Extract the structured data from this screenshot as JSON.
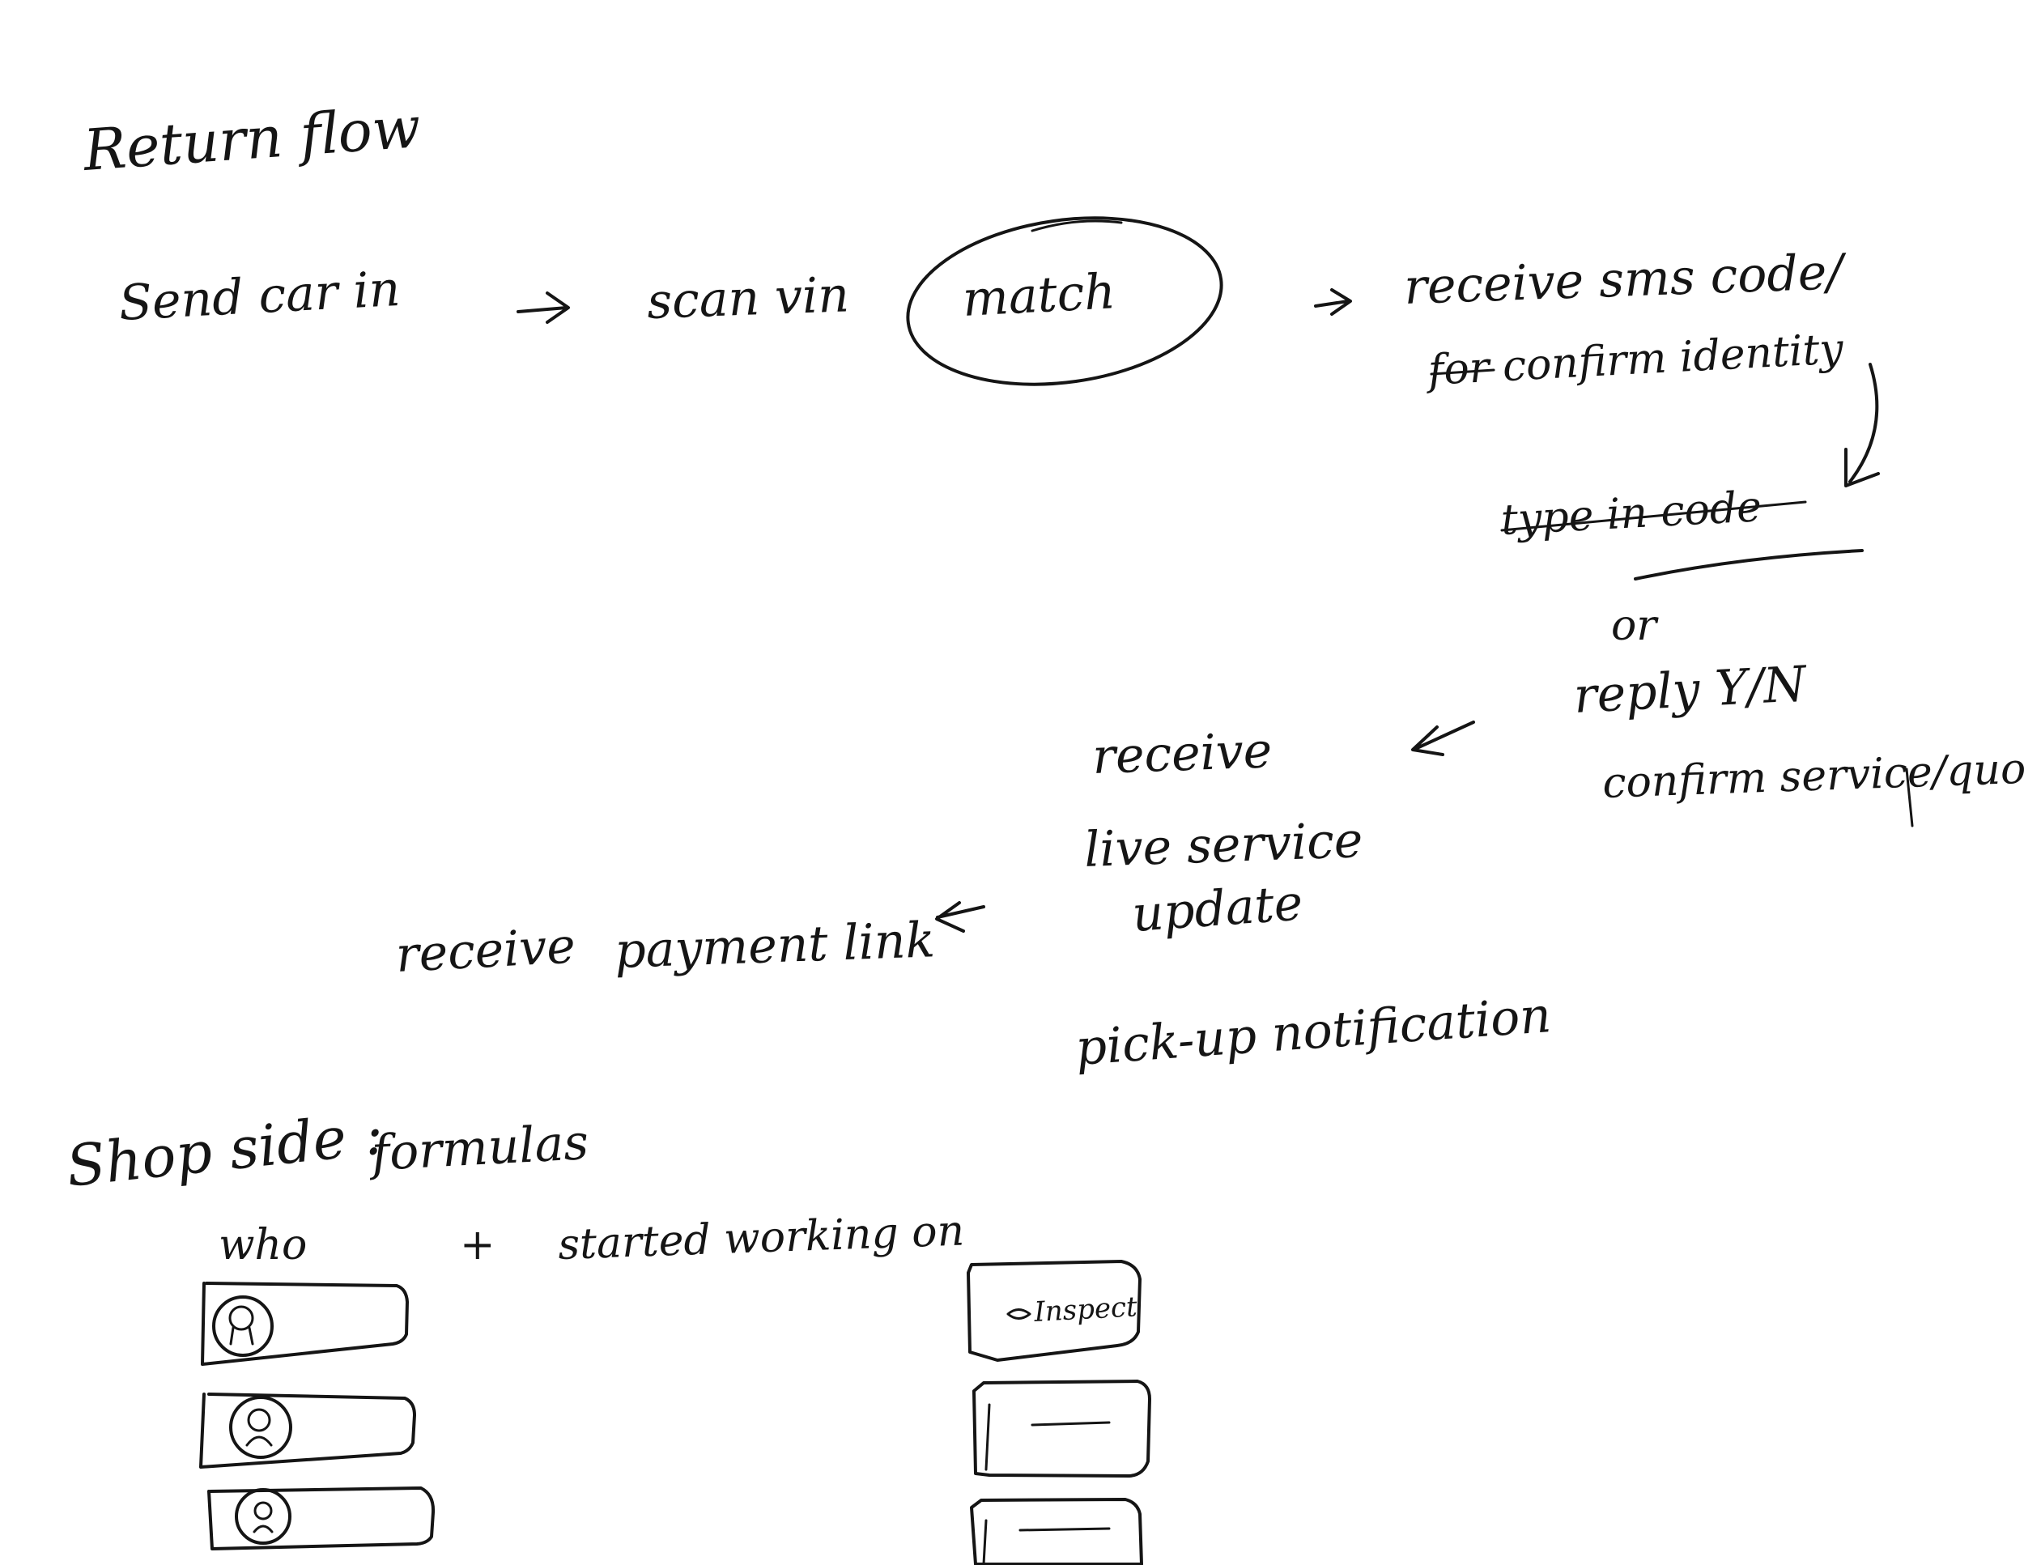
{
  "title": "Return flow",
  "flow": {
    "send_car_in": "Send car in",
    "scan_vin": "scan vin",
    "match": "match",
    "receive_sms_code": "receive sms code/",
    "for_confirm_identity": "for confirm identity",
    "type_in_code": "type in code",
    "or": "or",
    "reply_yn": "reply Y/N",
    "confirm_service_quote": "confirm service/quote.",
    "receive": "receive",
    "live_service": "live service",
    "update": "update",
    "pickup_notification": "pick-up notification",
    "receive_2": "receive",
    "payment_link": "payment link",
    "arrow_right": "→",
    "arrow_left": "←"
  },
  "shop_side": {
    "heading": "Shop side :",
    "formulas": "formulas",
    "who": "who",
    "plus": "+",
    "started_working_on": "started working on",
    "inspect_label": "Inspect"
  },
  "icons": {
    "flow_arrows": "arrow-icon",
    "avatar": "avatar-icon",
    "inspect": "eye-icon"
  }
}
